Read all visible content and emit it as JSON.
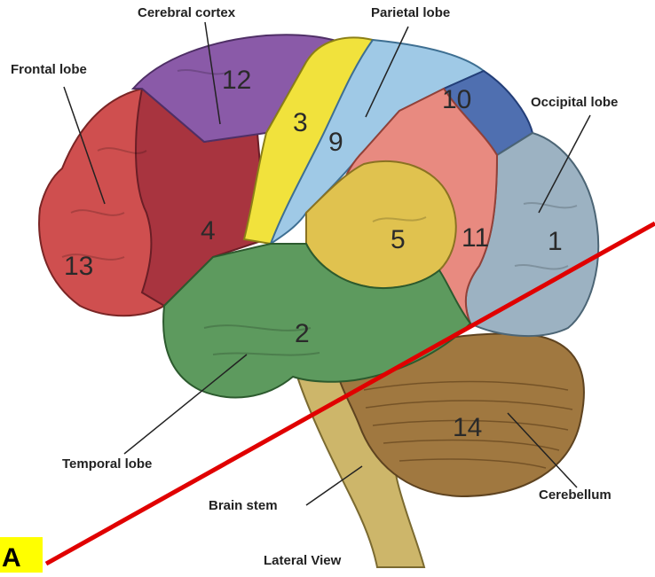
{
  "diagram": {
    "caption": "Lateral View",
    "badge_text": "A",
    "labels": {
      "frontal": "Frontal lobe",
      "cortex": "Cerebral cortex",
      "parietal": "Parietal lobe",
      "occipital": "Occipital lobe",
      "temporal": "Temporal lobe",
      "brainstem": "Brain stem",
      "cerebellum": "Cerebellum"
    },
    "region_numbers": [
      "1",
      "2",
      "3",
      "4",
      "5",
      "9",
      "10",
      "11",
      "12",
      "13",
      "14"
    ],
    "colors": {
      "frontal": "#cf4f4f",
      "premotor": "#a8343f",
      "purple": "#8a5aa8",
      "motor_yellow": "#f1e23c",
      "parietal_blue": "#9fc9e6",
      "dark_blue": "#4f6fb0",
      "occipital": "#9cb2c2",
      "salmon": "#e88a80",
      "yellow_ochre": "#e0c24f",
      "temporal_green": "#5d9a5e",
      "cerebellum": "#a07840",
      "brainstem": "#cdb66a",
      "red_line": "#e00000"
    }
  }
}
